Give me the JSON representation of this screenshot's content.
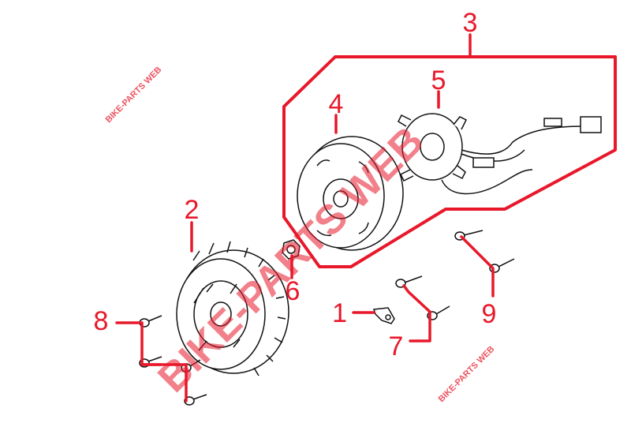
{
  "diagram": {
    "accent_color": "#e8182a",
    "part_color": "#111111",
    "callouts": [
      {
        "id": "1",
        "label": "1"
      },
      {
        "id": "2",
        "label": "2"
      },
      {
        "id": "3",
        "label": "3"
      },
      {
        "id": "4",
        "label": "4"
      },
      {
        "id": "5",
        "label": "5"
      },
      {
        "id": "6",
        "label": "6"
      },
      {
        "id": "7",
        "label": "7"
      },
      {
        "id": "8",
        "label": "8"
      },
      {
        "id": "9",
        "label": "9"
      }
    ],
    "watermarks": {
      "small_top": "BIKE-PARTS WEB",
      "large_center": "BIKE-PARTS WEB",
      "small_bottom": "BIKE-PARTS WEB"
    }
  }
}
